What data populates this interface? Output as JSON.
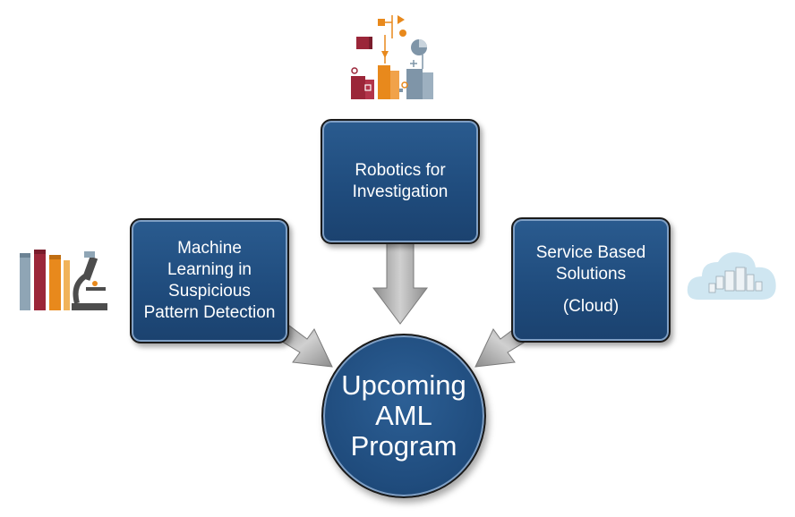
{
  "diagram": {
    "center": {
      "lines": [
        "Upcoming",
        "AML",
        "Program"
      ]
    },
    "nodes": {
      "machine_learning": {
        "lines": [
          "Machine",
          "Learning in",
          "Suspicious",
          "Pattern Detection"
        ]
      },
      "robotics": {
        "lines": [
          "Robotics for",
          "Investigation"
        ]
      },
      "service": {
        "lines": [
          "Service Based",
          "Solutions",
          "(Cloud)"
        ]
      }
    }
  },
  "icons": {
    "left": "books-microscope-icon",
    "top": "analytics-blocks-icon",
    "right": "cloud-icon"
  },
  "colors": {
    "box_fill": "#1f4b7c",
    "box_highlight": "#7f9fc4",
    "arrow_fill": "#a6a6a6",
    "text": "#ffffff"
  }
}
